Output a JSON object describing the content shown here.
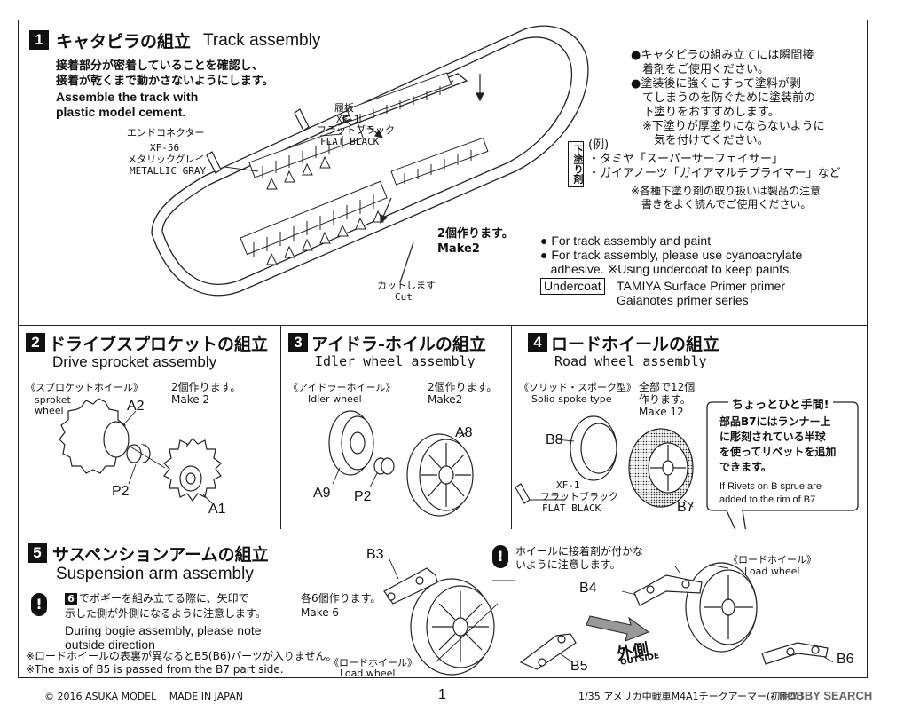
{
  "section1": {
    "num": "1",
    "title_jp": "キャタピラの組立",
    "title_en": "Track assembly",
    "instr_jp_1": "接着部分が密着していることを確認し、",
    "instr_jp_2": "接着が乾くまで動かさないようにします。",
    "instr_en_1": "Assemble the track with",
    "instr_en_2": "plastic model cement.",
    "callout_plate_1": "履板",
    "callout_plate_2": "XF-1",
    "callout_plate_3": "フラットブラック",
    "callout_plate_4": "FLAT BLACK",
    "callout_conn_1": "エンドコネクター",
    "callout_conn_2": "XF-56",
    "callout_conn_3": "メタリックグレイ",
    "callout_conn_4": "METALLIC GRAY",
    "make2_jp": "2個作ります。",
    "make2_en": "Make2",
    "cut_jp": "カットします",
    "cut_en": "Cut",
    "notes_jp": [
      "●キャタピラの組み立てには瞬間接",
      "　着剤をご使用ください。",
      "●塗装後に強くこすって塗料が剥",
      "　てしまうのを防ぐために塗装前の",
      "　下塗りをおすすめします。",
      "　※下塗りが厚塗りにならないように",
      "　　気を付けてください。"
    ],
    "undercoat_jp_badge": "下塗り剤",
    "undercoat_jp_lines": [
      "(例)",
      "・タミヤ「スーパーサーフェイサー」",
      "・ガイアノーツ「ガイアマルチプライマー」など"
    ],
    "undercoat_note_jp": [
      "※各種下塗り剤の取り扱いは製品の注意",
      "　書きをよく読んでご使用ください。"
    ],
    "notes_en": [
      "● For track assembly and paint",
      "● For track assembly, please use cyanoacrylate",
      "   adhesive. ※Using undercoat to keep paints."
    ],
    "undercoat_badge": "Undercoat",
    "undercoat_en_1": "TAMIYA Surface Primer primer",
    "undercoat_en_2": "Gaianotes primer series"
  },
  "section2": {
    "num": "2",
    "title_jp": "ドライブスプロケットの組立",
    "title_en": "Drive sprocket assembly",
    "label_jp": "《スプロケットホイール》",
    "label_en_1": "sproket",
    "label_en_2": "wheel",
    "make_jp": "2個作ります。",
    "make_en": "Make 2",
    "part_a2": "A2",
    "part_p2": "P2",
    "part_a1": "A1"
  },
  "section3": {
    "num": "3",
    "title_jp": "アイドラ-ホイルの組立",
    "title_en": "Idler wheel assembly",
    "label_jp": "《アイドラーホイール》",
    "label_en": "Idler wheel",
    "make_jp": "2個作ります。",
    "make_en": "Make2",
    "part_a8": "A8",
    "part_a9": "A9",
    "part_p2": "P2"
  },
  "section4": {
    "num": "4",
    "title_jp": "ロードホイールの組立",
    "title_en": "Road wheel assembly",
    "label_jp": "《ソリッド・スポーク型》",
    "label_en": "Solid spoke type",
    "make_jp_1": "全部で12個",
    "make_jp_2": "作ります。",
    "make_en": "Make 12",
    "part_b8": "B8",
    "part_b7": "B7",
    "paint_1": "XF-1",
    "paint_2": "フラットブラック",
    "paint_3": "FLAT BLACK",
    "tip_title": "ちょっとひと手間!",
    "tip_jp": [
      "部品B7にはランナー上",
      "に彫刻されている半球",
      "を使ってリベットを追加",
      "できます。"
    ],
    "tip_en_1": "If Rivets on B sprue are",
    "tip_en_2": "added to the rim of B7"
  },
  "section5": {
    "num": "5",
    "title_jp": "サスペンションアームの組立",
    "title_en": "Suspension arm assembly",
    "warn_icon": "!",
    "ref_num": "6",
    "warn_jp_1": "でボギーを組み立てる際に、矢印で",
    "warn_jp_2": "示した側が外側になるように注意します。",
    "warn_en_1": "During bogie assembly, please note",
    "warn_en_2": "outside direction",
    "make_jp": "各6個作ります。",
    "make_en": "Make 6",
    "part_b3": "B3",
    "part_b5": "B5",
    "part_b4": "B4",
    "part_b6": "B6",
    "load_jp_1": "《ロードホイール》",
    "load_en_1": "Load wheel",
    "load_jp_2": "《ロードホイール》",
    "load_en_2": "Load wheel",
    "glue_warn_1": "ホイールに接着剤が付かな",
    "glue_warn_2": "いように注意します。",
    "outside_jp": "外側",
    "outside_en": "OUTSIDE",
    "foot_jp": "※ロードホイールの表裏が異なるとB5(B6)パーツが入りません。",
    "foot_en": "※The axis of B5 is passed from the B7 part side."
  },
  "footer": {
    "copyright": "© 2016 ASUKA MODEL　 MADE IN JAPAN",
    "page_num": "1",
    "product": "1/35 アメリカ中戦車M4A1チークアーマー(初期型)",
    "watermark": "HOBBY SEARCH"
  }
}
